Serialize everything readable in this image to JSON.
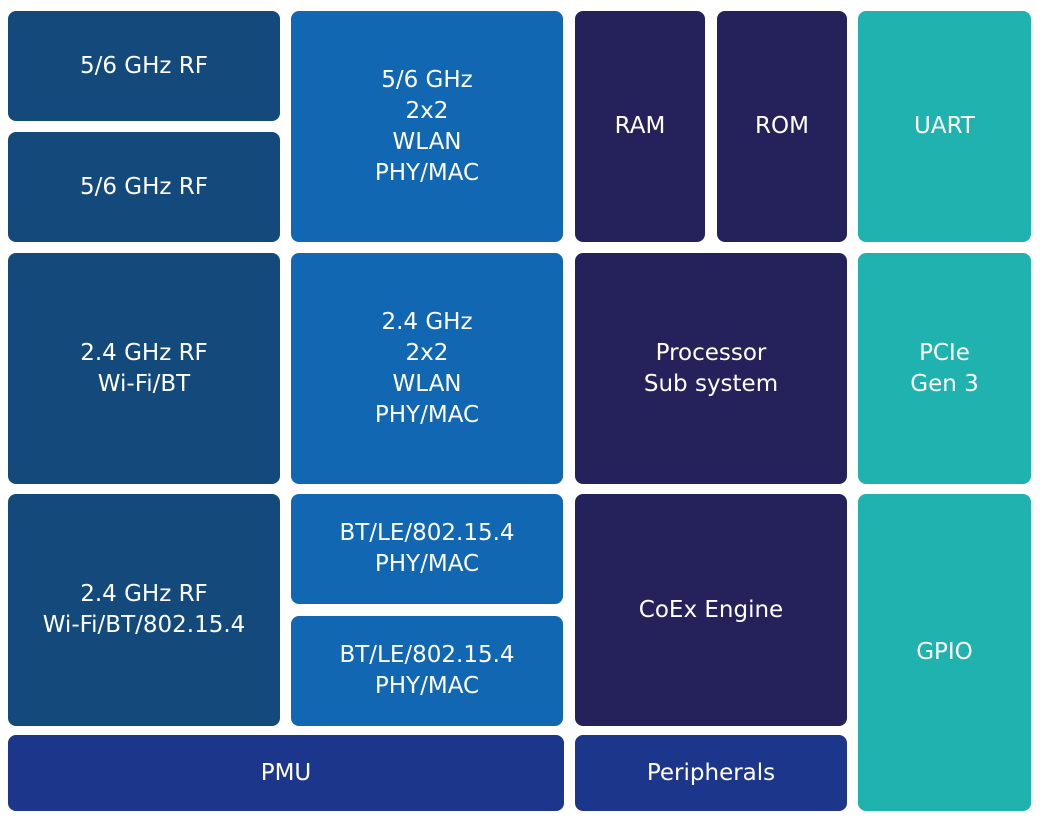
{
  "blocks": [
    {
      "id": "rf-5-6-ghz-a",
      "lines": [
        "5/6 GHz RF"
      ],
      "color": "#134a7b"
    },
    {
      "id": "rf-5-6-ghz-b",
      "lines": [
        "5/6 GHz RF"
      ],
      "color": "#134a7b"
    },
    {
      "id": "rf-2-4-ghz-wifi-bt",
      "lines": [
        "2.4 GHz RF",
        "Wi-Fi/BT"
      ],
      "color": "#134a7b"
    },
    {
      "id": "rf-2-4-ghz-wifi-bt-802154",
      "lines": [
        "2.4 GHz RF",
        "Wi-Fi/BT/802.15.4"
      ],
      "color": "#134a7b"
    },
    {
      "id": "wlan-5-6-ghz-phy-mac",
      "lines": [
        "5/6 GHz",
        "2x2",
        "WLAN",
        "PHY/MAC"
      ],
      "color": "#1167b1"
    },
    {
      "id": "wlan-2-4-ghz-phy-mac",
      "lines": [
        "2.4 GHz",
        "2x2",
        "WLAN",
        "PHY/MAC"
      ],
      "color": "#1167b1"
    },
    {
      "id": "bt-le-802154-phy-mac-a",
      "lines": [
        "BT/LE/802.15.4",
        "PHY/MAC"
      ],
      "color": "#1167b1"
    },
    {
      "id": "bt-le-802154-phy-mac-b",
      "lines": [
        "BT/LE/802.15.4",
        "PHY/MAC"
      ],
      "color": "#1167b1"
    },
    {
      "id": "ram",
      "lines": [
        "RAM"
      ],
      "color": "#25215a"
    },
    {
      "id": "rom",
      "lines": [
        "ROM"
      ],
      "color": "#25215a"
    },
    {
      "id": "processor-sub-system",
      "lines": [
        "Processor",
        "Sub system"
      ],
      "color": "#25215a"
    },
    {
      "id": "coex-engine",
      "lines": [
        "CoEx Engine"
      ],
      "color": "#25215a"
    },
    {
      "id": "uart",
      "lines": [
        "UART"
      ],
      "color": "#20b2ae"
    },
    {
      "id": "pcie-gen-3",
      "lines": [
        "PCIe",
        "Gen 3"
      ],
      "color": "#20b2ae"
    },
    {
      "id": "gpio",
      "lines": [
        "GPIO"
      ],
      "color": "#20b2ae"
    },
    {
      "id": "pmu",
      "lines": [
        "PMU"
      ],
      "color": "#1c368b"
    },
    {
      "id": "peripherals",
      "lines": [
        "Peripherals"
      ],
      "color": "#1c368b"
    }
  ]
}
